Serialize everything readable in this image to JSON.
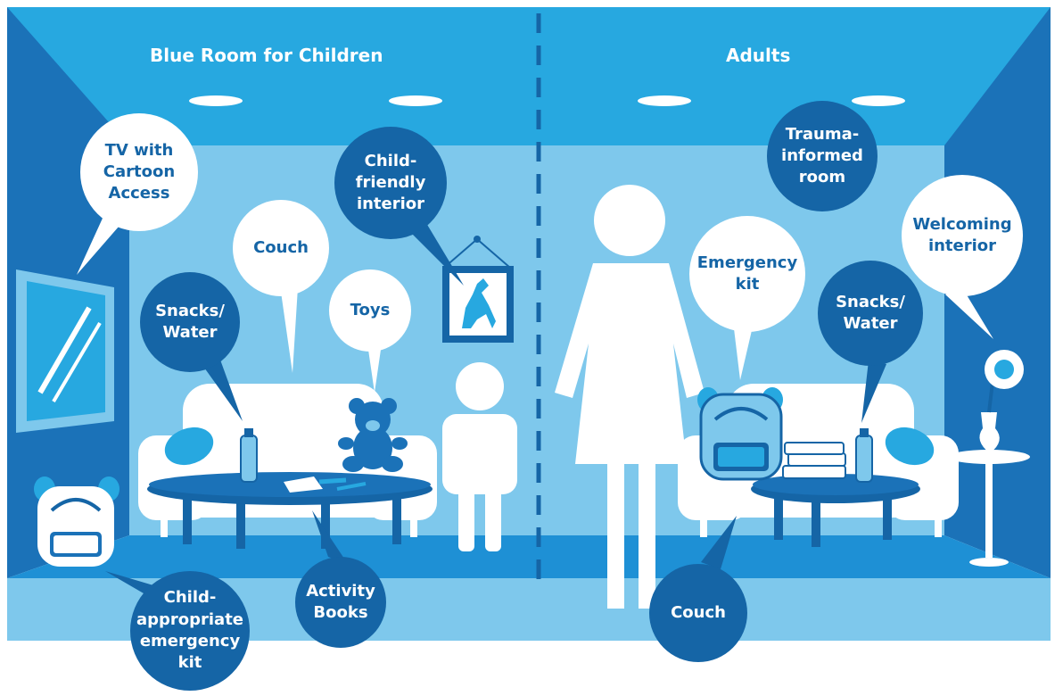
{
  "rooms": {
    "children_title": "Blue Room for Children",
    "adults_title": "Adults"
  },
  "labels": {
    "tv": "TV with\nCartoon\nAccess",
    "couch_child": "Couch",
    "snacks_child": "Snacks/\nWater",
    "toys": "Toys",
    "child_friendly": "Child-\nfriendly\ninterior",
    "child_kit": "Child-\nappropriate\nemergency\nkit",
    "activity_books": "Activity\nBooks",
    "trauma": "Trauma-\ninformed\nroom",
    "emergency_kit": "Emergency\nkit",
    "welcoming": "Welcoming\ninterior",
    "snacks_adult": "Snacks/\nWater",
    "couch_adult": "Couch"
  },
  "colors": {
    "back_wall": "#7ec8ec",
    "ceiling": "#27a8e0",
    "side_wall": "#1b72b8",
    "floor": "#1e90d5",
    "floor_front": "#7ec8ec",
    "dark_bubble": "#1565a6",
    "furniture": "#ffffff"
  }
}
